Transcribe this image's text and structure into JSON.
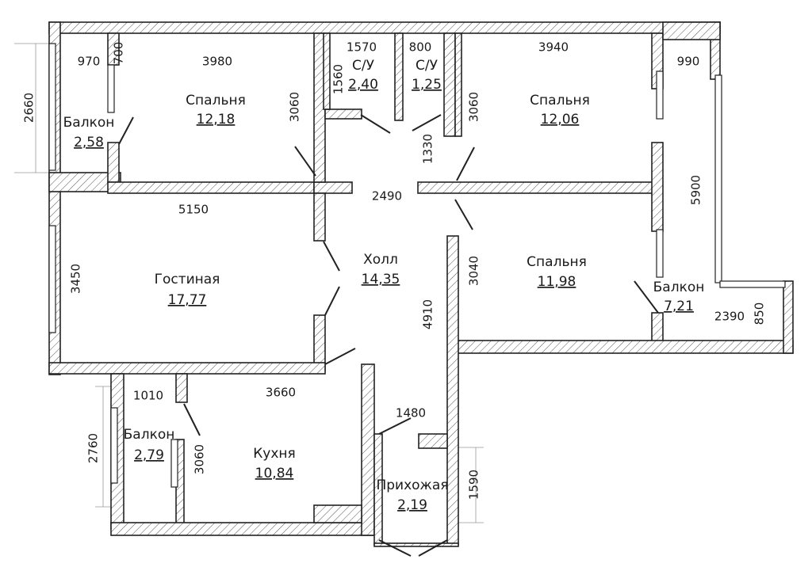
{
  "rooms": [
    {
      "id": "bedroom-1",
      "name": "Спальня",
      "area": "12,18"
    },
    {
      "id": "bath-1",
      "name": "С/У",
      "area": "2,40"
    },
    {
      "id": "bath-2",
      "name": "С/У",
      "area": "1,25"
    },
    {
      "id": "bedroom-2",
      "name": "Спальня",
      "area": "12,06"
    },
    {
      "id": "balcony-1",
      "name": "Балкон",
      "area": "2,58"
    },
    {
      "id": "living",
      "name": "Гостиная",
      "area": "17,77"
    },
    {
      "id": "hall",
      "name": "Холл",
      "area": "14,35"
    },
    {
      "id": "bedroom-3",
      "name": "Спальня",
      "area": "11,98"
    },
    {
      "id": "balcony-2",
      "name": "Балкон",
      "area": "7,21"
    },
    {
      "id": "balcony-3",
      "name": "Балкон",
      "area": "2,79"
    },
    {
      "id": "kitchen",
      "name": "Кухня",
      "area": "10,84"
    },
    {
      "id": "entrance",
      "name": "Прихожая",
      "area": "2,19"
    }
  ],
  "dimensions": [
    "970",
    "700",
    "3980",
    "1570",
    "1560",
    "800",
    "3940",
    "990",
    "2660",
    "3060",
    "3060",
    "1330",
    "2490",
    "5150",
    "5900",
    "3450",
    "3040",
    "4910",
    "2390",
    "850",
    "1010",
    "3660",
    "1480",
    "2760",
    "3060",
    "1590"
  ]
}
